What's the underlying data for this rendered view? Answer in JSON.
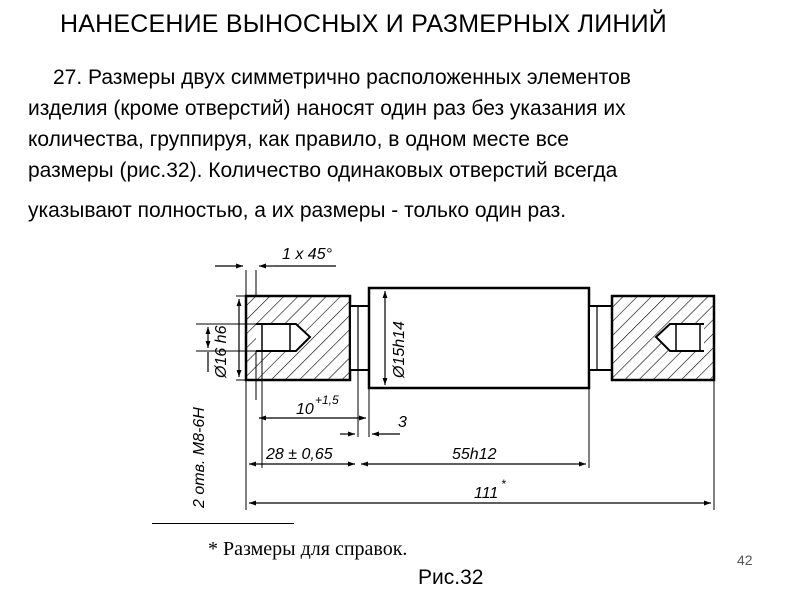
{
  "slide": {
    "title": "НАНЕСЕНИЕ ВЫНОСНЫХ И РАЗМЕРНЫХ ЛИНИЙ",
    "paragraph_lines": [
      "27. Размеры двух симметрично расположенных элементов",
      "изделия (кроме отверстий) наносят один раз без указания их",
      "количества, группируя, как правило, в одном месте все",
      "размеры (рис.32). Количество одинаковых отверстий всегда",
      "указывают полностью, а их размеры - только один раз."
    ]
  },
  "figure": {
    "dimensions": {
      "chamfer": "1 x 45°",
      "left_diameter": "Ø16 h6",
      "middle_diameter": "Ø15h14",
      "holes": "2 отв. M8-6H",
      "depth": "10",
      "depth_tolerance": "+1,5",
      "groove": "3",
      "length_left": "28 ± 0,65",
      "length_middle": "55h12",
      "overall_length": "111",
      "overall_mark": "*"
    },
    "footnote": "* Размеры для справок.",
    "page_number": "42",
    "caption": "Рис.32"
  }
}
